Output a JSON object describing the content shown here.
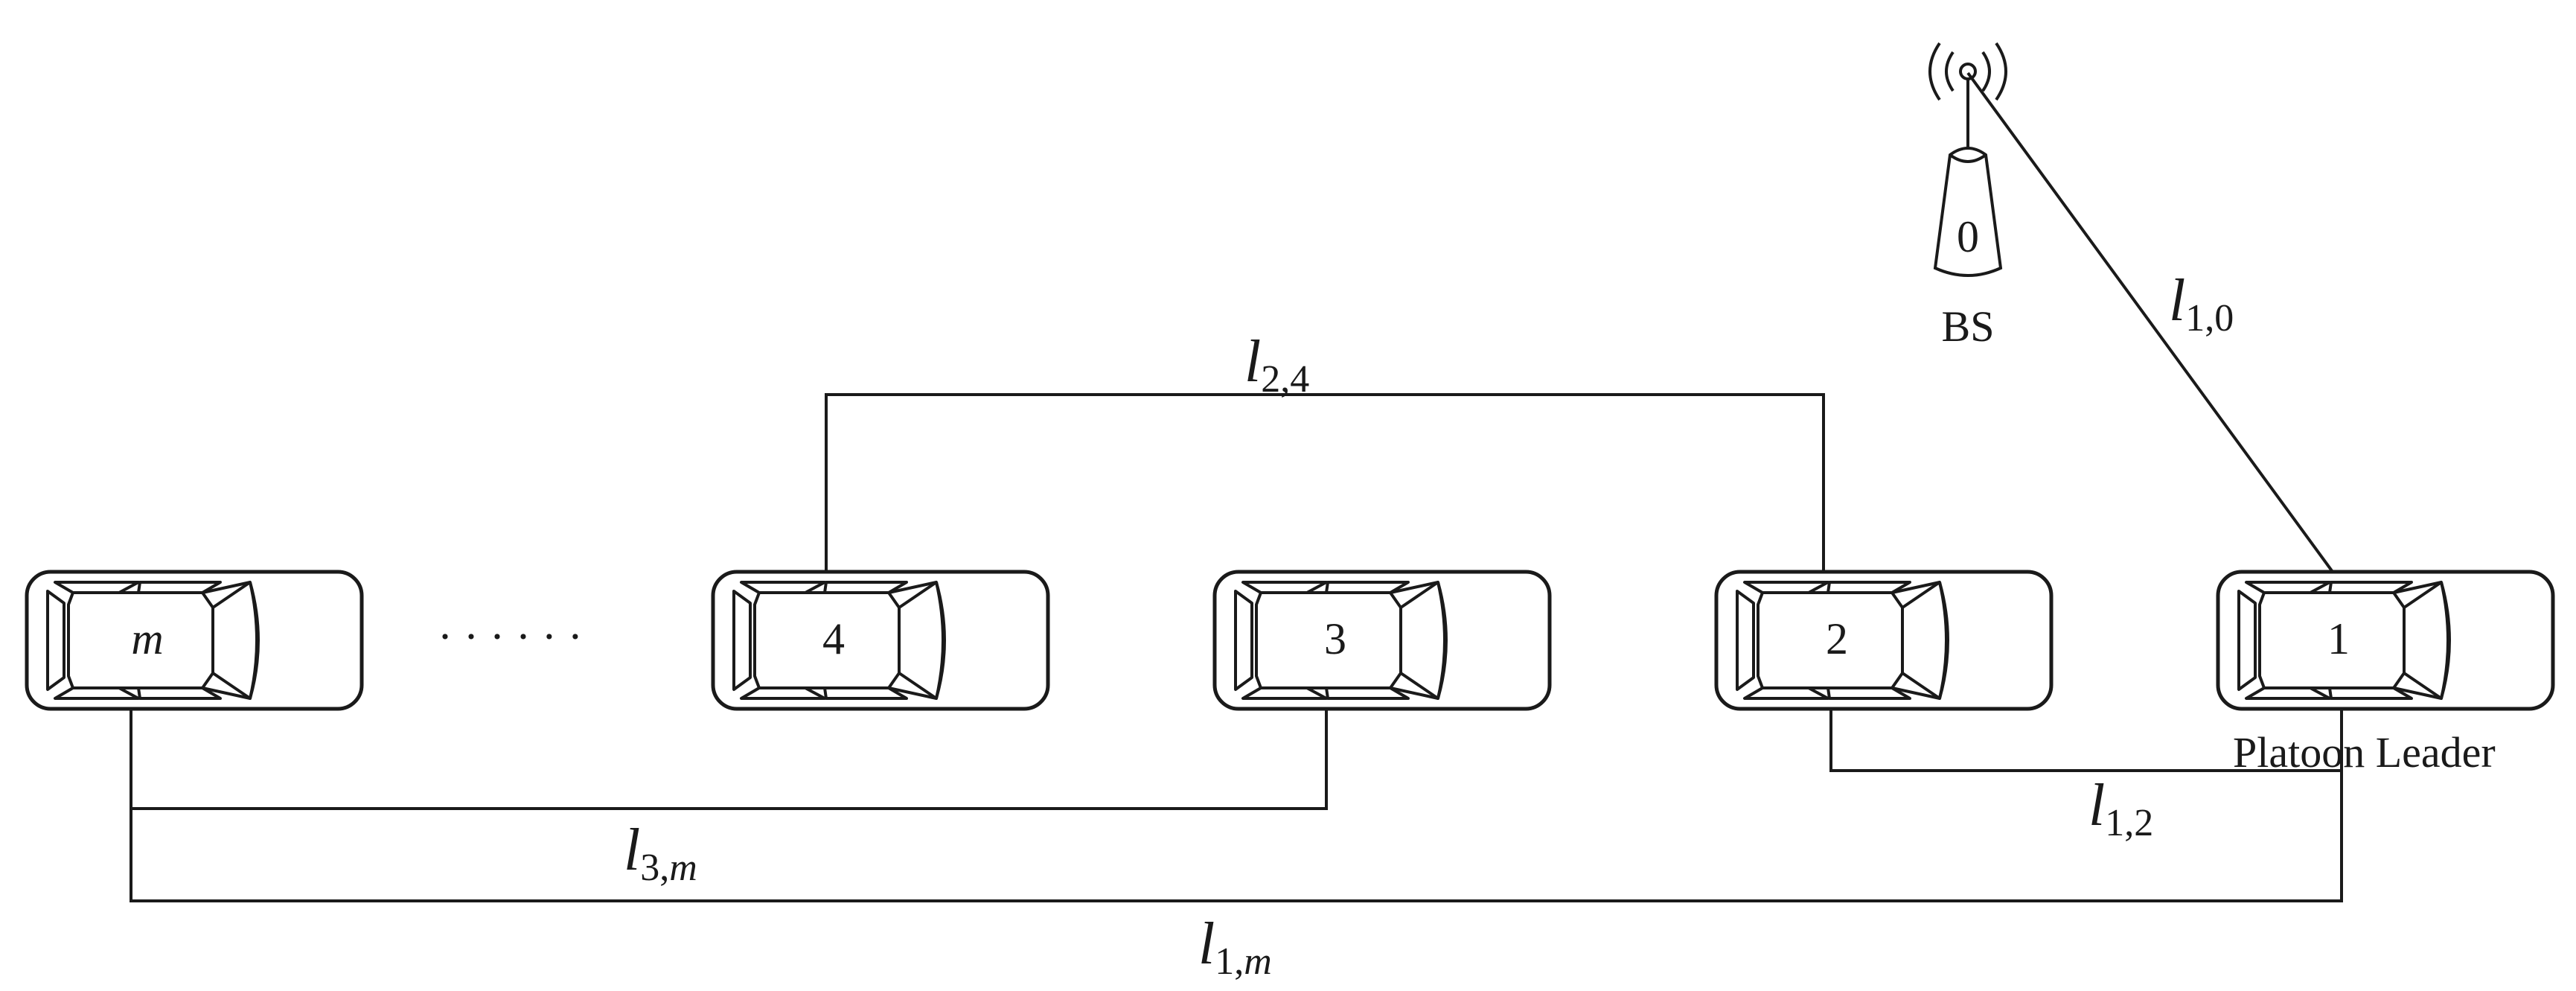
{
  "vehicles": [
    {
      "id": "m",
      "label": "m",
      "italic": true
    },
    {
      "id": "4",
      "label": "4",
      "italic": false
    },
    {
      "id": "3",
      "label": "3",
      "italic": false
    },
    {
      "id": "2",
      "label": "2",
      "italic": false
    },
    {
      "id": "1",
      "label": "1",
      "italic": false
    }
  ],
  "ellipsis": "· · · · · ·",
  "base_station": {
    "number": "0",
    "label": "BS"
  },
  "leader_caption": "Platoon Leader",
  "links": {
    "l24": {
      "symbol": "l",
      "subscript": "2,4"
    },
    "l10": {
      "symbol": "l",
      "subscript": "1,0"
    },
    "l12": {
      "symbol": "l",
      "subscript": "1,2"
    },
    "l3m": {
      "symbol": "l",
      "subscript": "3,",
      "subscript_italic": "m"
    },
    "l1m": {
      "symbol": "l",
      "subscript": "1,",
      "subscript_italic": "m"
    }
  }
}
